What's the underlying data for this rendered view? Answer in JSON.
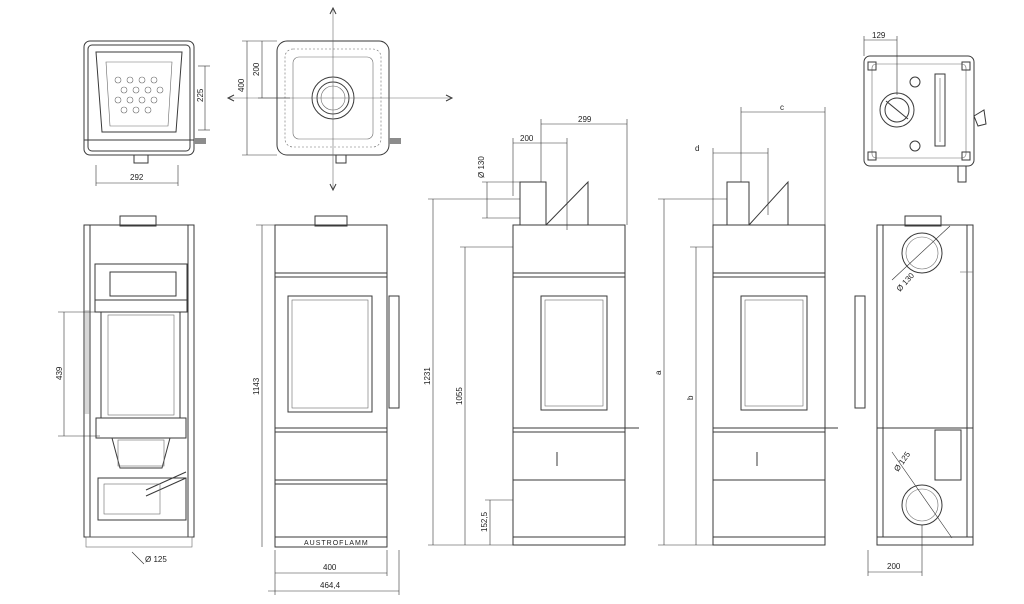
{
  "dims": {
    "top_view_1": {
      "height": "225",
      "width": "292"
    },
    "top_view_2": {
      "outer": "400",
      "inner": "200"
    },
    "top_view_3": {
      "offset": "129"
    },
    "section": {
      "height": "439",
      "pipe": "Ø 125"
    },
    "front": {
      "height": "1143",
      "width_inner": "400",
      "width_outer": "464,4"
    },
    "side_1": {
      "total": "1231",
      "sub": "1055",
      "low": "152,5",
      "pipe": "Ø 130",
      "top_a": "200",
      "top_b": "299"
    },
    "side_2": {
      "a": "a",
      "b": "b",
      "c": "c",
      "d": "d"
    },
    "rear": {
      "pipe_top": "Ø 130",
      "pipe_bottom": "Ø 125",
      "width": "200"
    }
  },
  "brand": "AUSTROFLAMM",
  "colors": {
    "line": "#3a3a3a",
    "fill": "#8c8c8c"
  }
}
